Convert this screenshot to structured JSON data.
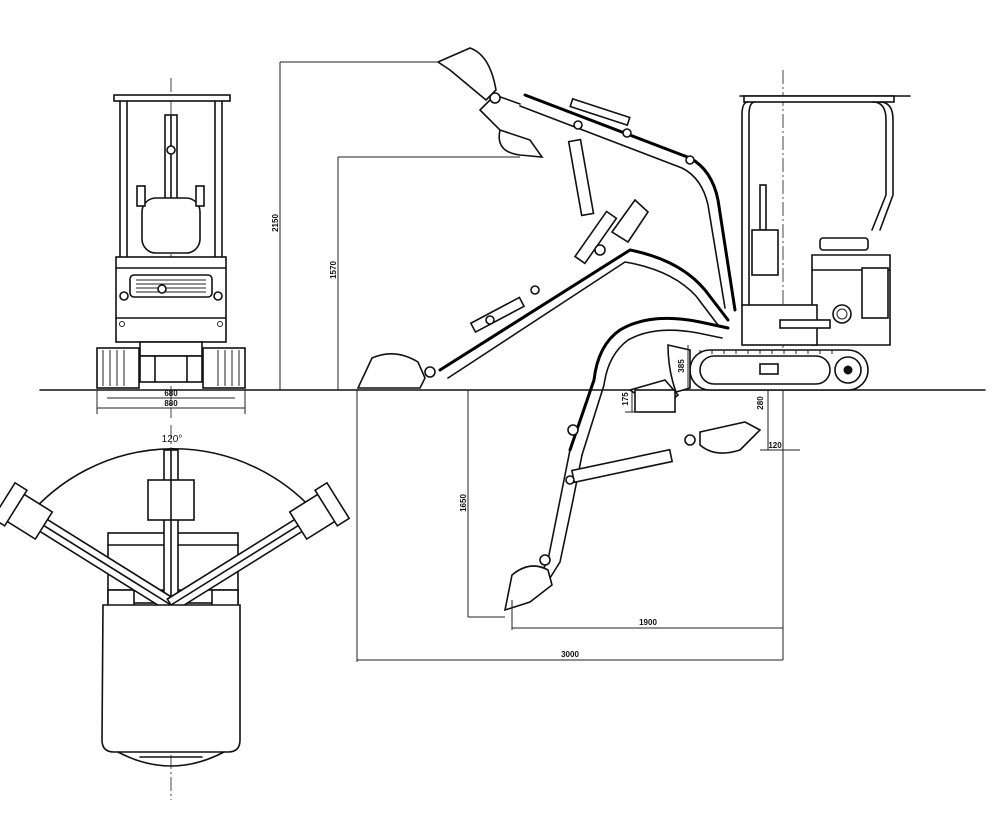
{
  "dimensions": {
    "max_dig_height": "2150",
    "max_dump_height": "1570",
    "track_gauge": "680",
    "overall_width": "880",
    "swing_angle": "120°",
    "depth_a": "385",
    "depth_b": "175",
    "blade_raise": "280",
    "blade_drop": "120",
    "max_dig_depth": "1650",
    "reach_at_depth": "1900",
    "max_reach": "3000"
  }
}
